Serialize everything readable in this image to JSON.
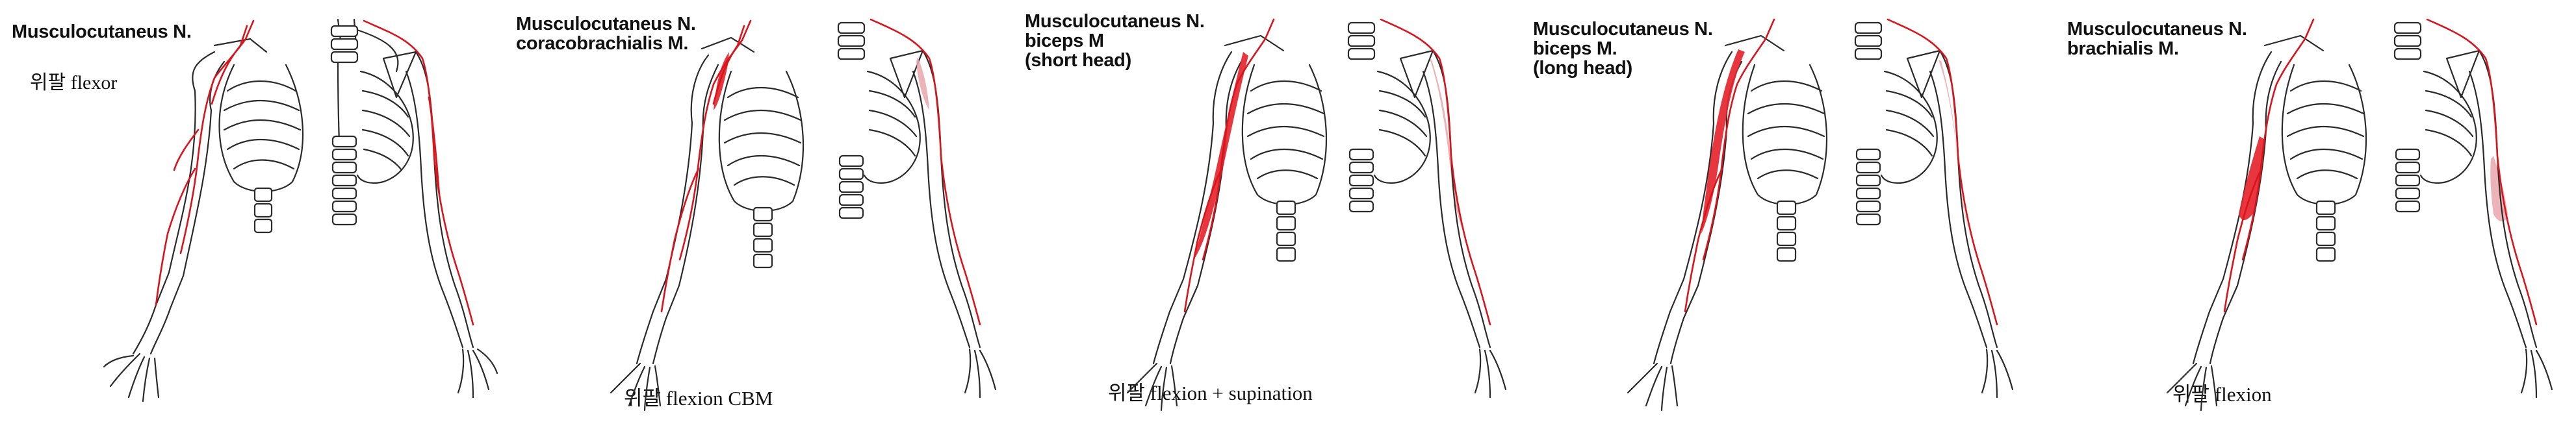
{
  "panels": [
    {
      "title_lines": [
        "Musculocutaneus N."
      ],
      "subtitle": "위팔 flexor",
      "caption": ""
    },
    {
      "title_lines": [
        "Musculocutaneus N.",
        "coracobrachialis M."
      ],
      "subtitle": "",
      "caption": "위팔 flexion CBM"
    },
    {
      "title_lines": [
        "Musculocutaneus N.",
        "biceps M",
        "(short head)"
      ],
      "subtitle": "",
      "caption": "위팔 flexion + supination"
    },
    {
      "title_lines": [
        "Musculocutaneus N.",
        "biceps M.",
        "(long head)"
      ],
      "subtitle": "",
      "caption": ""
    },
    {
      "title_lines": [
        "Musculocutaneus N.",
        "brachialis M."
      ],
      "subtitle": "",
      "caption": "위팔 flexion"
    }
  ],
  "colors": {
    "nerve": "#d8141c",
    "muscle": "#e5252d",
    "muscle_back": "#e9a7ab",
    "bone": "#2a2a2a"
  }
}
